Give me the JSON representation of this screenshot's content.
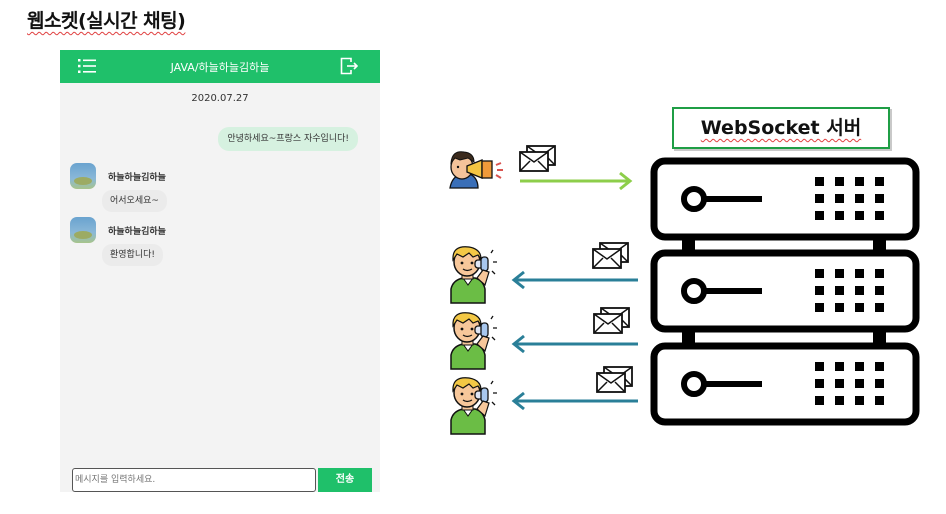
{
  "slide": {
    "title": "웹소켓(실시간 채팅)"
  },
  "chat_app": {
    "room_title": "JAVA/하늘하늘김하늘",
    "icons": {
      "menu": "list-menu-icon",
      "exit": "exit-icon"
    },
    "date": "2020.07.27",
    "messages": [
      {
        "from": "me",
        "text": "안녕하세요~프랑스 자수입니다!"
      },
      {
        "from": "other",
        "sender": "하늘하늘김하늘",
        "text": "어서오세요~"
      },
      {
        "from": "other",
        "sender": "하늘하늘김하늘",
        "text": "환영합니다!"
      }
    ],
    "input": {
      "placeholder": "메시지를 입력하세요."
    },
    "send_label": "전송",
    "accent_color": "#1fc06a"
  },
  "diagram": {
    "server_label": "WebSocket 서버",
    "colors": {
      "send_arrow": "#8dce4a",
      "receive_arrow": "#2a7f98"
    },
    "icons": [
      "megaphone-user-icon",
      "mail-icon",
      "server-rack-icon",
      "listening-user-icon"
    ]
  }
}
